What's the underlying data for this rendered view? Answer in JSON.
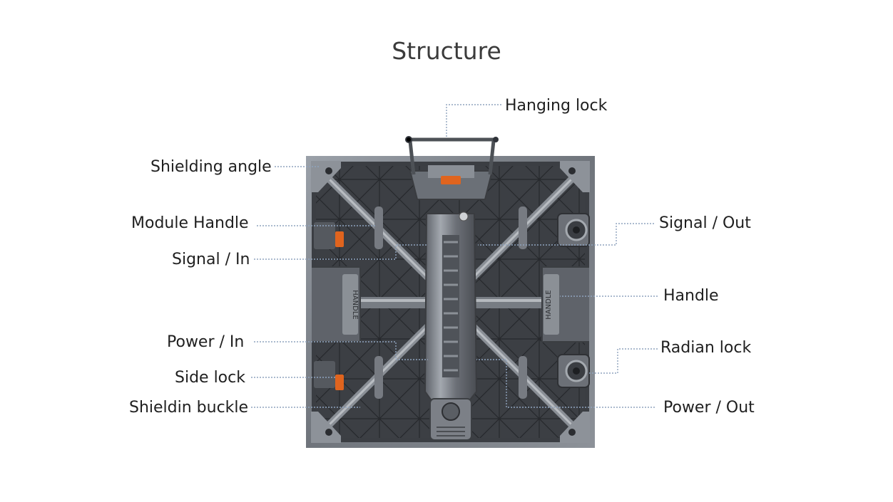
{
  "title": "Structure",
  "callouts": {
    "hanging_lock": "Hanging lock",
    "shielding_angle": "Shielding angle",
    "module_handle": "Module Handle",
    "signal_in": "Signal / In",
    "power_in": "Power / In",
    "side_lock": "Side lock",
    "shieldin_buckle": "Shieldin buckle",
    "signal_out": "Signal / Out",
    "handle": "Handle",
    "radian_lock": "Radian lock",
    "power_out": "Power / Out"
  },
  "cabinet_text": {
    "handle_left": "HANDLE",
    "handle_right": "HANDLE"
  },
  "colors": {
    "leader_line": "#8fa3bd",
    "cabinet_dark": "#3a3d42",
    "cabinet_frame": "#7b8088",
    "accent_orange": "#e0641e"
  }
}
